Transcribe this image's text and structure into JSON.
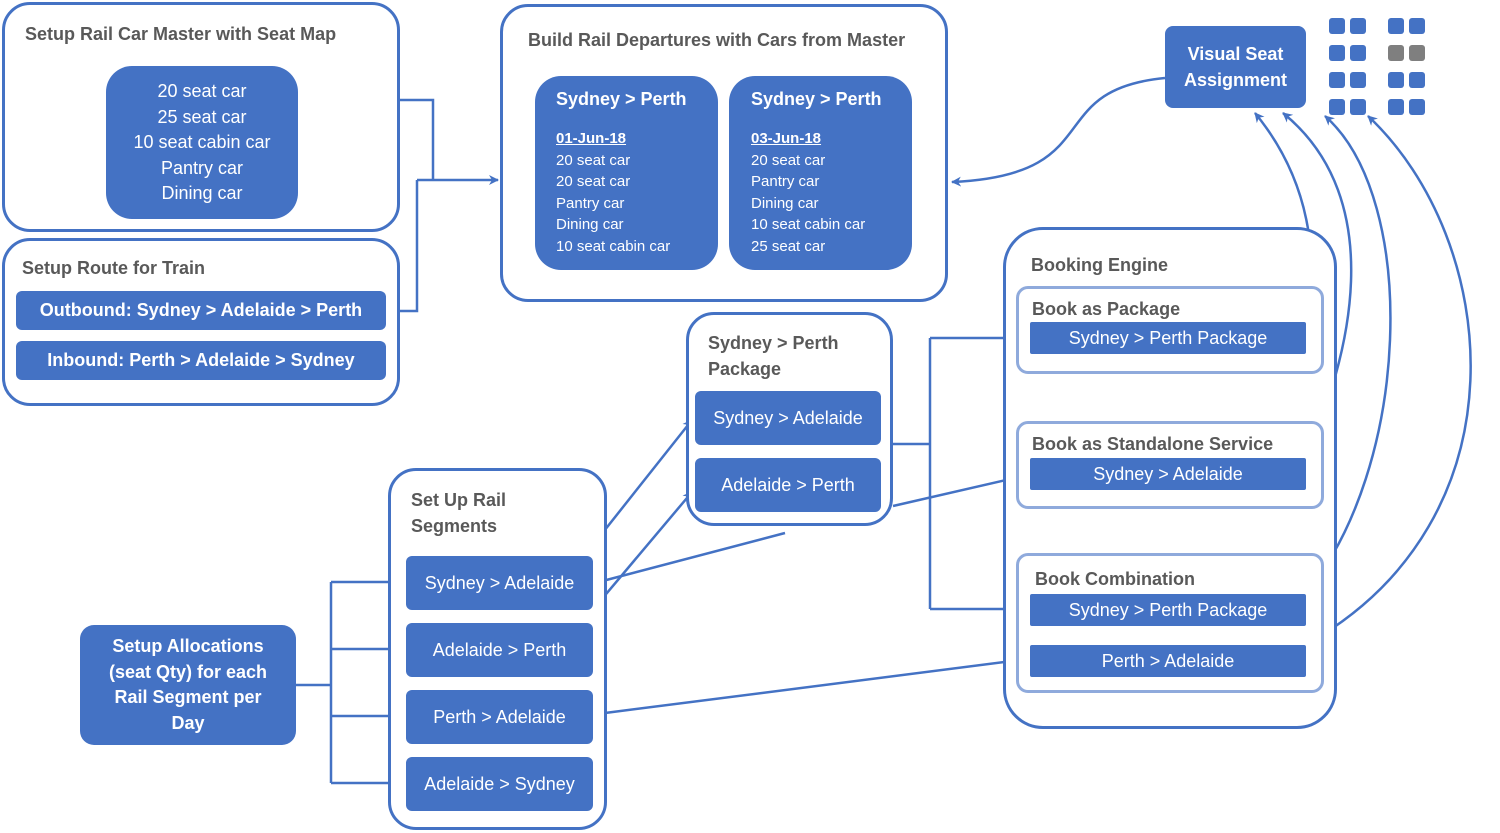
{
  "rail_car_master": {
    "title": "Setup Rail Car Master with Seat Map",
    "cars": [
      "20 seat car",
      "25 seat car",
      "10 seat cabin car",
      "Pantry car",
      "Dining car"
    ]
  },
  "route": {
    "title": "Setup Route for Train",
    "outbound": "Outbound: Sydney > Adelaide > Perth",
    "inbound": "Inbound: Perth > Adelaide > Sydney"
  },
  "departures": {
    "title": "Build Rail Departures with Cars from Master",
    "items": [
      {
        "route": "Sydney > Perth",
        "date": "01-Jun-18",
        "cars": [
          "20 seat car",
          "20 seat car",
          "Pantry car",
          "Dining car",
          "10 seat cabin car"
        ]
      },
      {
        "route": "Sydney > Perth",
        "date": "03-Jun-18",
        "cars": [
          "20 seat car",
          "Pantry car",
          "Dining car",
          "10 seat cabin car",
          "25 seat car"
        ]
      }
    ]
  },
  "visual_seat": {
    "label": "Visual Seat Assignment",
    "seat_colors": {
      "available": "#4472c4",
      "occupied": "#7f7f7f"
    }
  },
  "package": {
    "title": "Sydney > Perth Package",
    "segments": [
      "Sydney > Adelaide",
      "Adelaide > Perth"
    ]
  },
  "segments": {
    "title": "Set Up Rail Segments",
    "items": [
      "Sydney > Adelaide",
      "Adelaide > Perth",
      "Perth > Adelaide",
      "Adelaide > Sydney"
    ]
  },
  "allocations": {
    "label": "Setup Allocations (seat Qty) for each Rail Segment per Day"
  },
  "booking_engine": {
    "title": "Booking Engine",
    "package_group": {
      "title": "Book as Package",
      "item": "Sydney > Perth Package"
    },
    "standalone_group": {
      "title": "Book as Standalone Service",
      "item": "Sydney > Adelaide"
    },
    "combination_group": {
      "title": "Book Combination",
      "items": [
        "Sydney > Perth Package",
        "Perth > Adelaide"
      ]
    }
  },
  "colors": {
    "primary": "#4472c4",
    "light_border": "#8faadc",
    "title_text": "#595959",
    "seat_gray": "#7f7f7f"
  }
}
